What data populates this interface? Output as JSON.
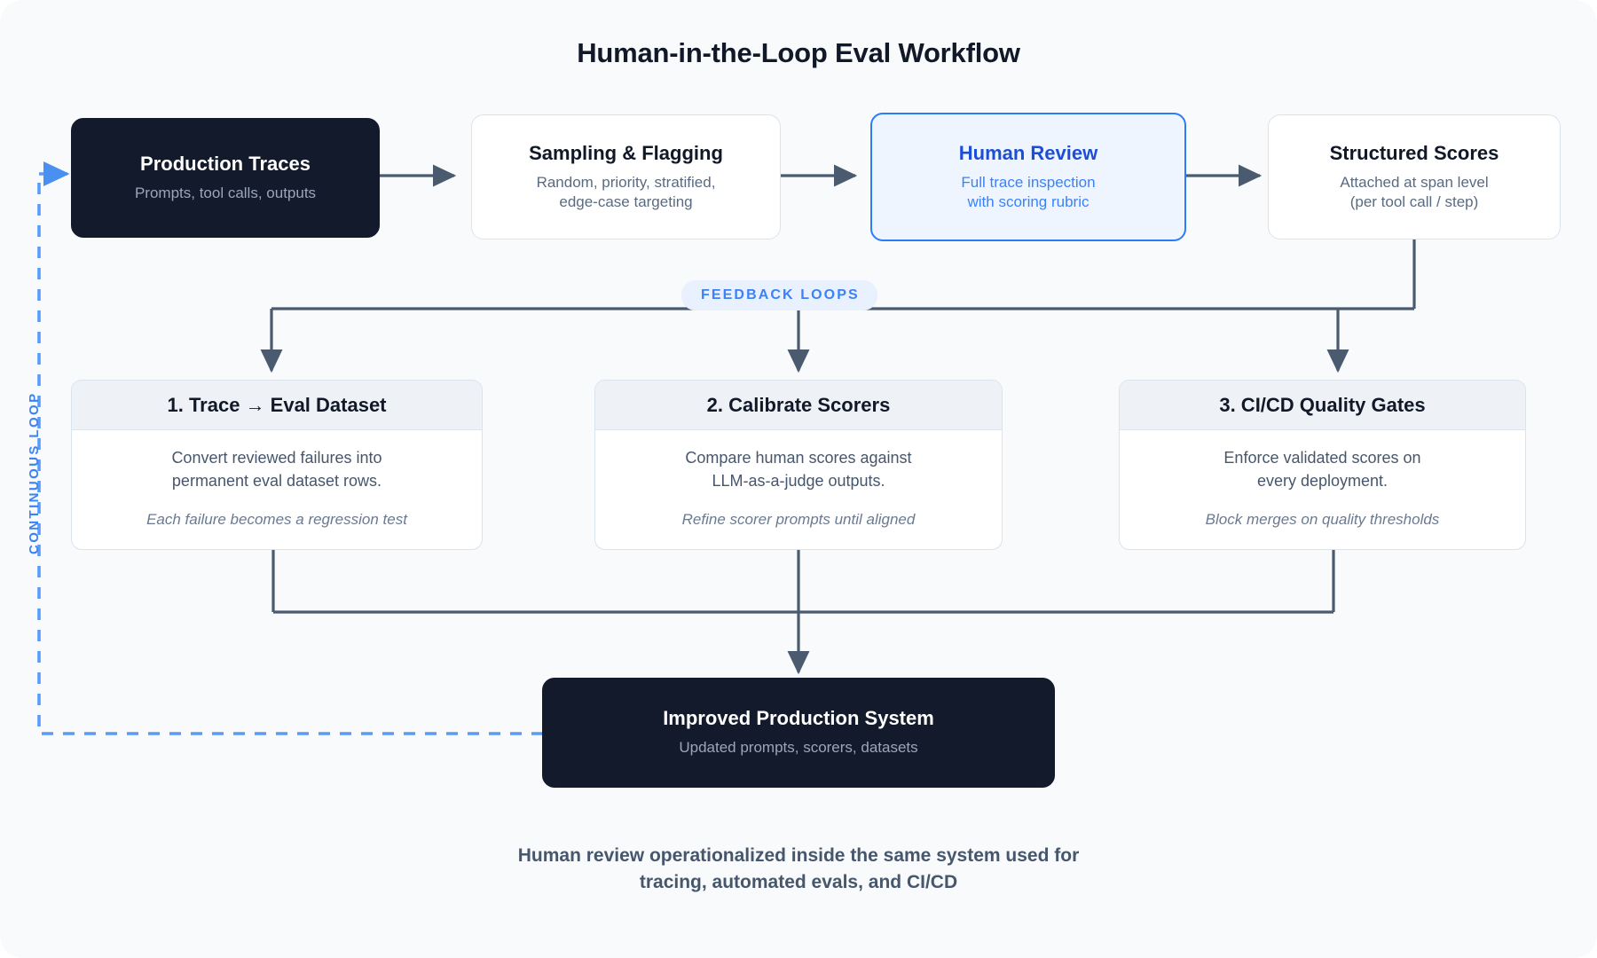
{
  "title": "Human-in-the-Loop Eval Workflow",
  "colors": {
    "background": "#f8fafc",
    "dark_node": "#131a2c",
    "accent_blue": "#2f7bf6",
    "accent_blue_text": "#1d4ed8",
    "loop_blue": "#5b9bf8",
    "wire_gray": "#4a5b70",
    "card_header": "#eef2f7",
    "border": "#dbe3ed"
  },
  "pipeline": [
    {
      "id": "production-traces",
      "title": "Production Traces",
      "subtitle": "Prompts, tool calls, outputs",
      "style": "dark"
    },
    {
      "id": "sampling-flagging",
      "title": "Sampling & Flagging",
      "subtitle": "Random, priority, stratified,\nedge-case targeting",
      "style": "plain"
    },
    {
      "id": "human-review",
      "title": "Human Review",
      "subtitle": "Full trace inspection\nwith scoring rubric",
      "style": "accent"
    },
    {
      "id": "structured-scores",
      "title": "Structured Scores",
      "subtitle": "Attached at span level\n(per tool call / step)",
      "style": "plain"
    }
  ],
  "feedback_badge": "FEEDBACK LOOPS",
  "feedback_cards": [
    {
      "id": "trace-to-eval-dataset",
      "heading": "1. Trace → Eval Dataset",
      "description": "Convert reviewed failures into\npermanent eval dataset rows.",
      "note": "Each failure becomes a regression test"
    },
    {
      "id": "calibrate-scorers",
      "heading": "2. Calibrate Scorers",
      "description": "Compare human scores against\nLLM-as-a-judge outputs.",
      "note": "Refine scorer prompts until aligned"
    },
    {
      "id": "cicd-quality-gates",
      "heading": "3. CI/CD Quality Gates",
      "description": "Enforce validated scores on\nevery deployment.",
      "note": "Block merges on quality thresholds"
    }
  ],
  "outcome": {
    "id": "improved-production-system",
    "title": "Improved Production System",
    "subtitle": "Updated prompts, scorers, datasets"
  },
  "continuous_loop_label": "CONTINUOUS LOOP",
  "footer": "Human review operationalized inside the same system used for\ntracing, automated evals, and CI/CD"
}
